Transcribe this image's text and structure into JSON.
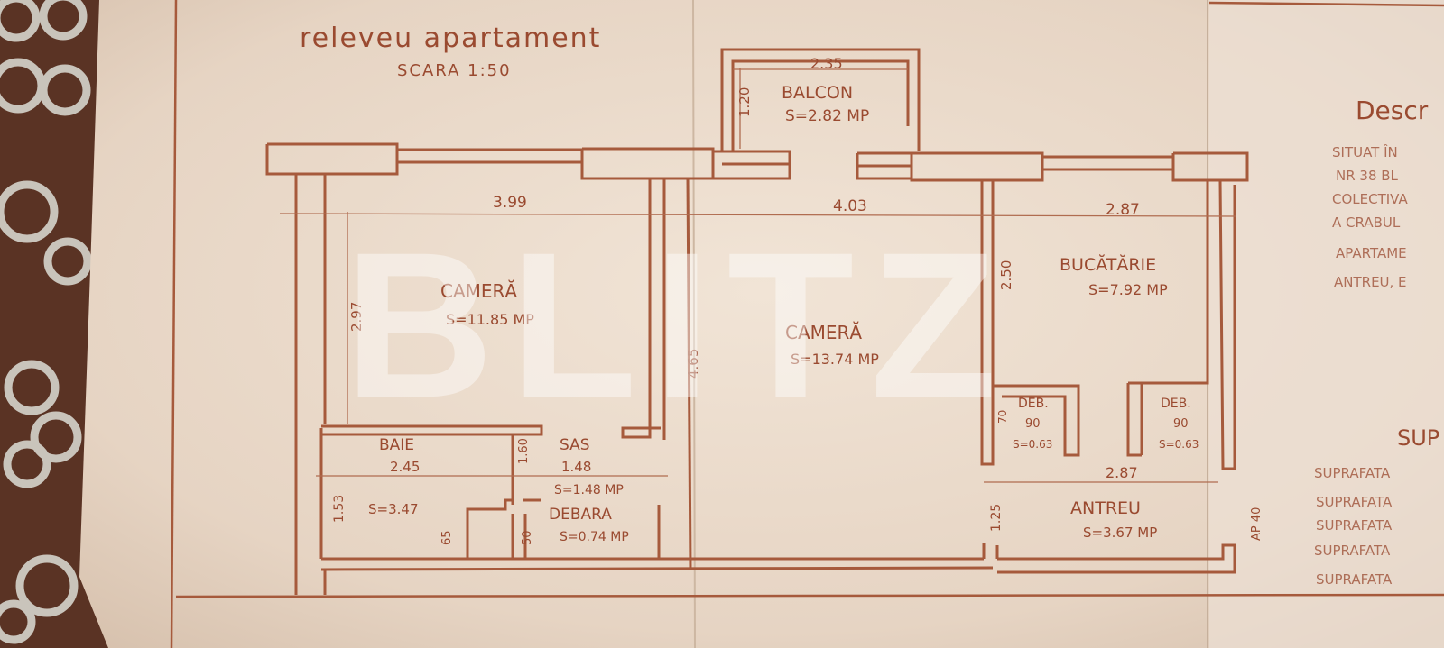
{
  "plan": {
    "title": "releveu apartament",
    "scale": "SCARA 1:50",
    "watermark": "BLITZ",
    "dimensions": {
      "left_width": "3.99",
      "middle_width": "4.03",
      "right_width": "2.87",
      "left_height": "2.97",
      "middle_height": "4.65",
      "kitchen_height": "2.50",
      "antreu_width": "2.87",
      "antreu_height": "1.25",
      "bath_height": "1.53",
      "bath_small": "65",
      "debara_small": "50",
      "sas_height": "1.60",
      "deb_height": "70",
      "balcon_width": "2.35",
      "balcon_height": "1.20",
      "door_mark": "AP 40"
    },
    "rooms": [
      {
        "name": "BALCON",
        "area": "S=2.82 MP"
      },
      {
        "name": "CAMERĂ",
        "area": "S=11.85 MP"
      },
      {
        "name": "CAMERĂ",
        "area": "S=13.74 MP"
      },
      {
        "name": "BUCĂTĂRIE",
        "area": "S=7.92 MP"
      },
      {
        "name": "BAIE",
        "width": "2.45",
        "area": "S=3.47"
      },
      {
        "name": "SAS",
        "width": "1.48",
        "area": "S=1.48 MP"
      },
      {
        "name": "DEBARA",
        "area": "S=0.74 MP"
      },
      {
        "name": "DEB.",
        "code": "90",
        "area": "S=0.63"
      },
      {
        "name": "DEB.",
        "code": "90",
        "area": "S=0.63"
      },
      {
        "name": "ANTREU",
        "area": "S=3.67 MP"
      }
    ]
  },
  "description": {
    "heading": "Descr",
    "lines": [
      "SITUAT ÎN",
      "NR 38 BL",
      "COLECTIVA",
      "A CRABUL",
      "APARTAME",
      "ANTREU, E"
    ],
    "sup_heading": "SUP",
    "sup_lines": [
      "SUPRAFATA",
      "SUPRAFATA",
      "SUPRAFATA",
      "SUPRAFATA",
      "SUPRAFATA"
    ]
  }
}
